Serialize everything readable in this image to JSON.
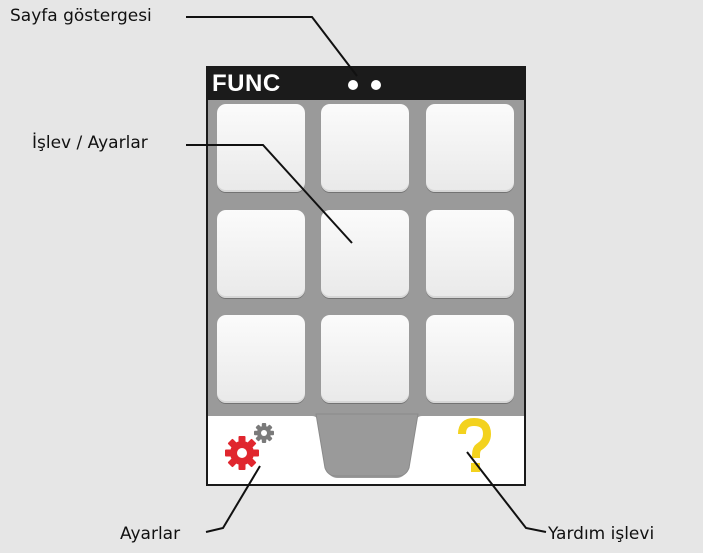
{
  "callouts": {
    "page_indicator": "Sayfa göstergesi",
    "functions_settings": "İşlev / Ayarlar",
    "settings": "Ayarlar",
    "help_function": "Yardım işlevi"
  },
  "device": {
    "header": {
      "title": "FUNC",
      "page_dots": 2
    },
    "grid": {
      "rows": 3,
      "cols": 3
    },
    "bottom_bar": {
      "settings_icon": "gears-icon",
      "help_icon": "question-mark-icon"
    }
  },
  "colors": {
    "background": "#e6e6e6",
    "header": "#1b1b1b",
    "screen": "#9a9a9a",
    "tile": "#f2f2f2",
    "gear_red": "#e0262e",
    "gear_gray": "#7a7a7a",
    "help_yellow": "#f3d21e"
  }
}
